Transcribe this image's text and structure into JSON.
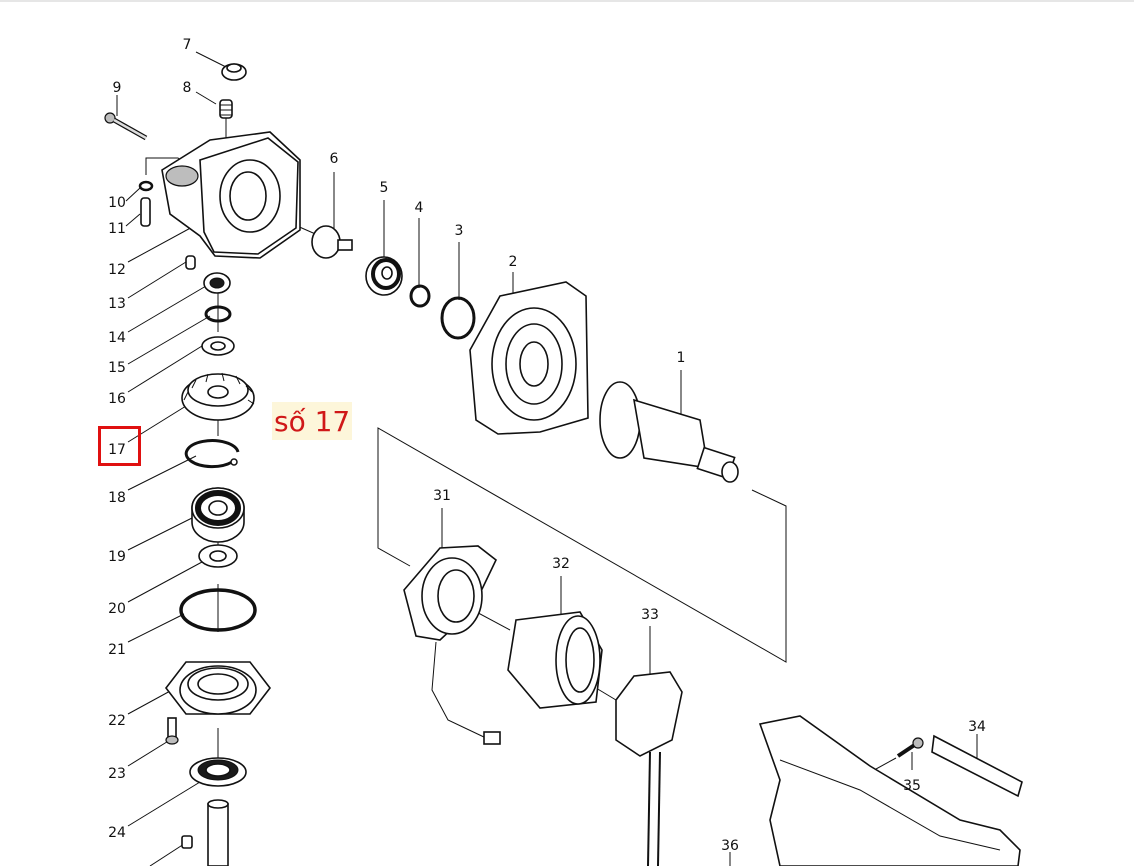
{
  "callout": {
    "text": "số 17",
    "highlighted_part": "17"
  },
  "parts": [
    {
      "id": "p1",
      "number": "1"
    },
    {
      "id": "p2",
      "number": "2"
    },
    {
      "id": "p3",
      "number": "3"
    },
    {
      "id": "p4",
      "number": "4"
    },
    {
      "id": "p5",
      "number": "5"
    },
    {
      "id": "p6",
      "number": "6"
    },
    {
      "id": "p7",
      "number": "7"
    },
    {
      "id": "p8",
      "number": "8"
    },
    {
      "id": "p9",
      "number": "9"
    },
    {
      "id": "p10",
      "number": "10"
    },
    {
      "id": "p11",
      "number": "11"
    },
    {
      "id": "p12",
      "number": "12"
    },
    {
      "id": "p13",
      "number": "13"
    },
    {
      "id": "p14",
      "number": "14"
    },
    {
      "id": "p15",
      "number": "15"
    },
    {
      "id": "p16",
      "number": "16"
    },
    {
      "id": "p17",
      "number": "17"
    },
    {
      "id": "p18",
      "number": "18"
    },
    {
      "id": "p19",
      "number": "19"
    },
    {
      "id": "p20",
      "number": "20"
    },
    {
      "id": "p21",
      "number": "21"
    },
    {
      "id": "p22",
      "number": "22"
    },
    {
      "id": "p23",
      "number": "23"
    },
    {
      "id": "p24",
      "number": "24"
    },
    {
      "id": "p31",
      "number": "31"
    },
    {
      "id": "p32",
      "number": "32"
    },
    {
      "id": "p33",
      "number": "33"
    },
    {
      "id": "p34",
      "number": "34"
    },
    {
      "id": "p35",
      "number": "35"
    },
    {
      "id": "p36",
      "number": "36"
    }
  ]
}
